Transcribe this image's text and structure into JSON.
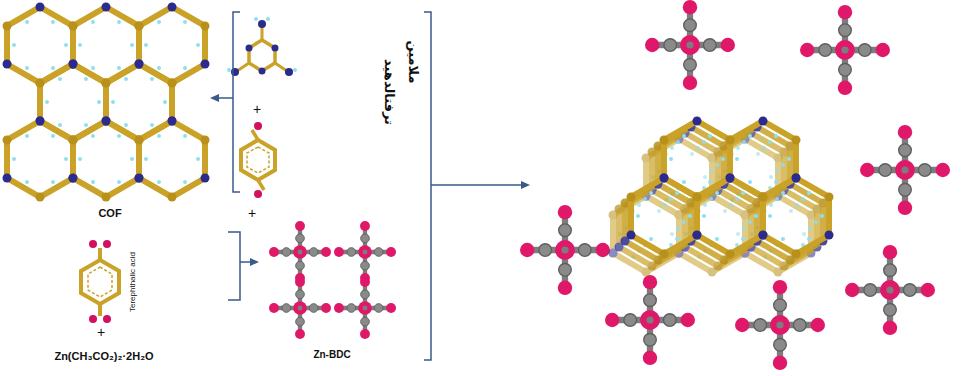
{
  "diagram": {
    "labels": [
      "COF",
      "Terephthalic acid",
      "+",
      "Zn(CH₃CO₂)₂·2H₂O",
      "+",
      "+",
      "ملامین",
      "ترفتالدهید",
      "Zn-BDC"
    ]
  }
}
